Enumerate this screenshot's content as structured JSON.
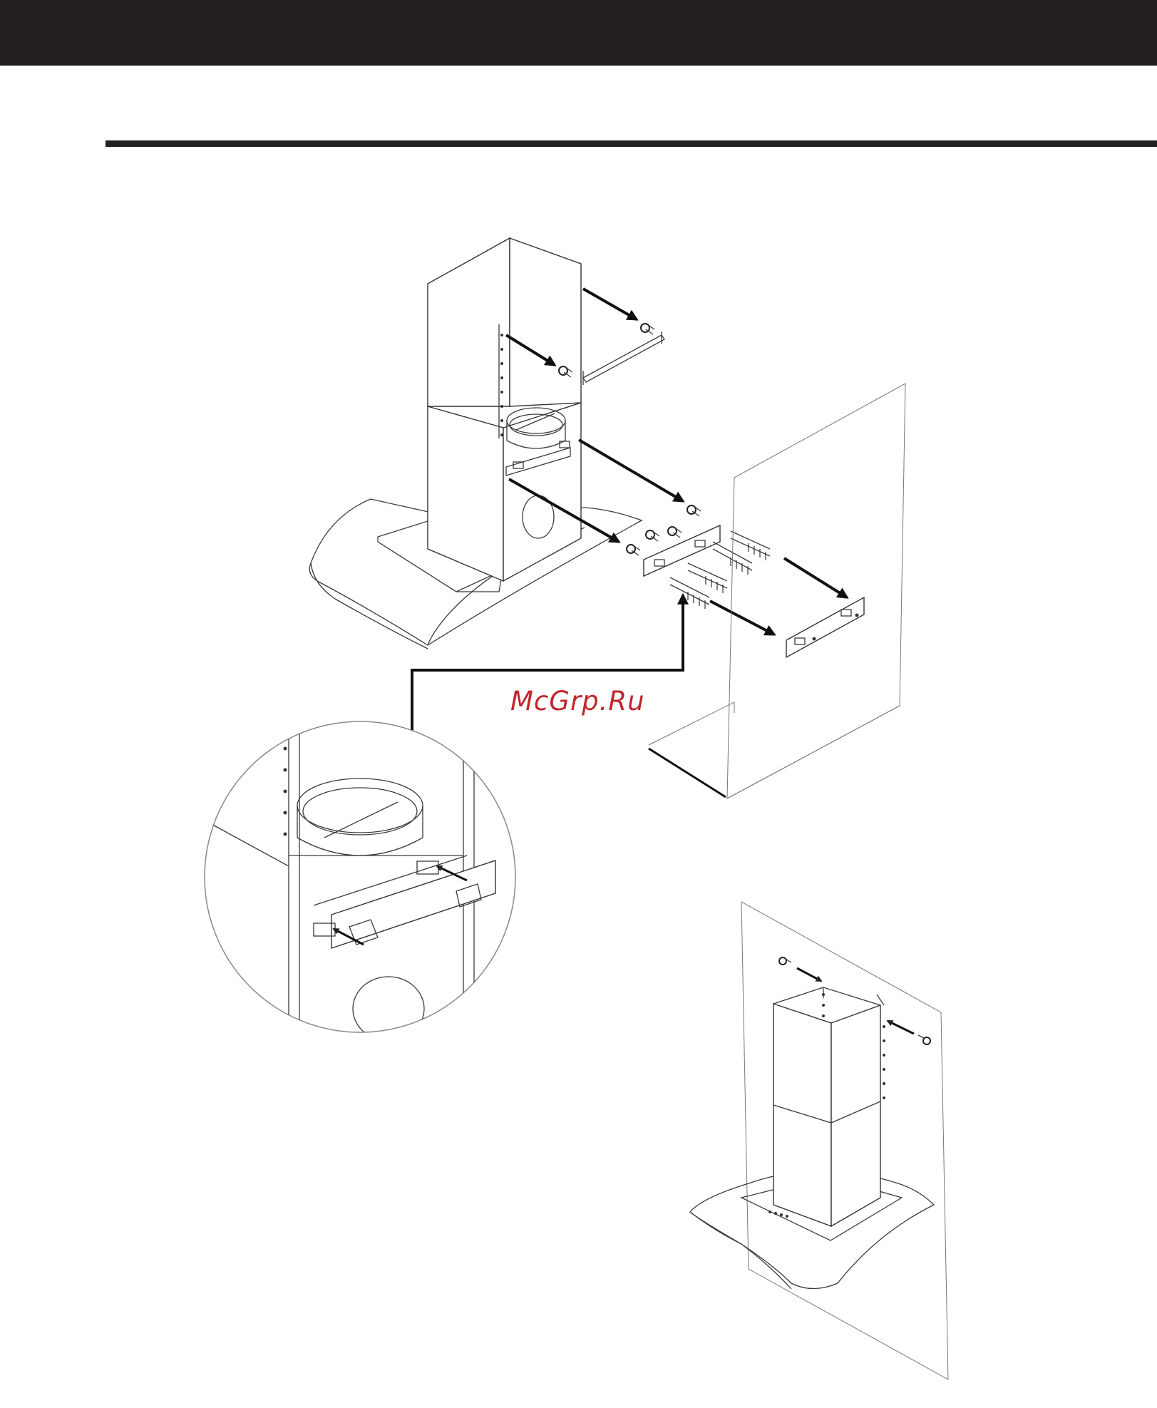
{
  "watermark": {
    "text": "McGrp.Ru"
  },
  "colors": {
    "band": "#231f20",
    "watermark": "#c0272d",
    "line": "#3a3a3a"
  },
  "icons": [
    "range-hood-exploded-drawing",
    "magnified-detail-circle",
    "wall-mounted-hood-drawing",
    "screw-icon",
    "wall-anchor-icon",
    "mounting-bracket-icon"
  ]
}
